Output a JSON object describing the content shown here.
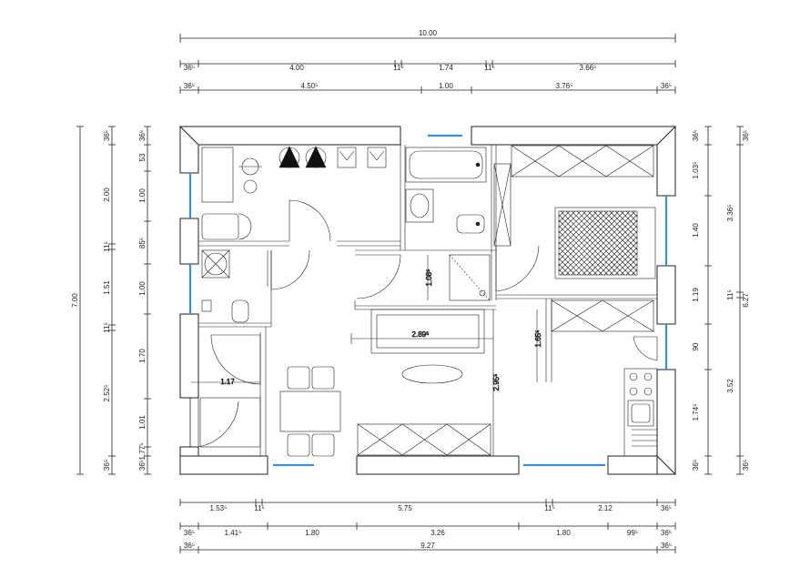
{
  "dims": {
    "top_total": "10.00",
    "top_row2": [
      "36⁵",
      "4.00",
      "11⁵",
      "1.74",
      "11⁵",
      "3.66⁵"
    ],
    "top_row3": [
      "36⁵",
      "4.50⁵",
      "1.00",
      "3.76⁵",
      "36⁵"
    ],
    "bottom_row1": [
      "1.53⁵",
      "11⁵",
      "5.75",
      "11⁵",
      "2.12",
      "36⁵"
    ],
    "bottom_row2": [
      "36⁵",
      "1.41⁵",
      "1.80",
      "3.26",
      "1.80",
      "99⁵",
      "36⁵"
    ],
    "bottom_row3": [
      "36⁵",
      "9.27",
      "36⁵"
    ],
    "left_total": "7.00",
    "left_row2": [
      "36⁵",
      "2.00",
      "11⁵",
      "1.51",
      "11⁵",
      "2.52⁵",
      "36⁵"
    ],
    "left_row3": [
      "36⁵",
      "53",
      "1.00",
      "85⁵",
      "1.00",
      "1.70",
      "1.01",
      "1.77⁵",
      "36⁵"
    ],
    "right_row1": [
      "36⁵",
      "1.03⁵",
      "1.40",
      "1.19",
      "90",
      "1.74⁵",
      "36⁵"
    ],
    "right_row2": [
      "36⁵",
      "3.36⁵",
      "11⁵",
      "6.27",
      "3.52",
      "36⁵"
    ],
    "interior": {
      "shower_depth": "1.08⁵",
      "living_width": "2.89⁵",
      "bed_height": "1.65⁵",
      "living_depth": "2.95⁵",
      "hall_width": "1.17"
    }
  }
}
